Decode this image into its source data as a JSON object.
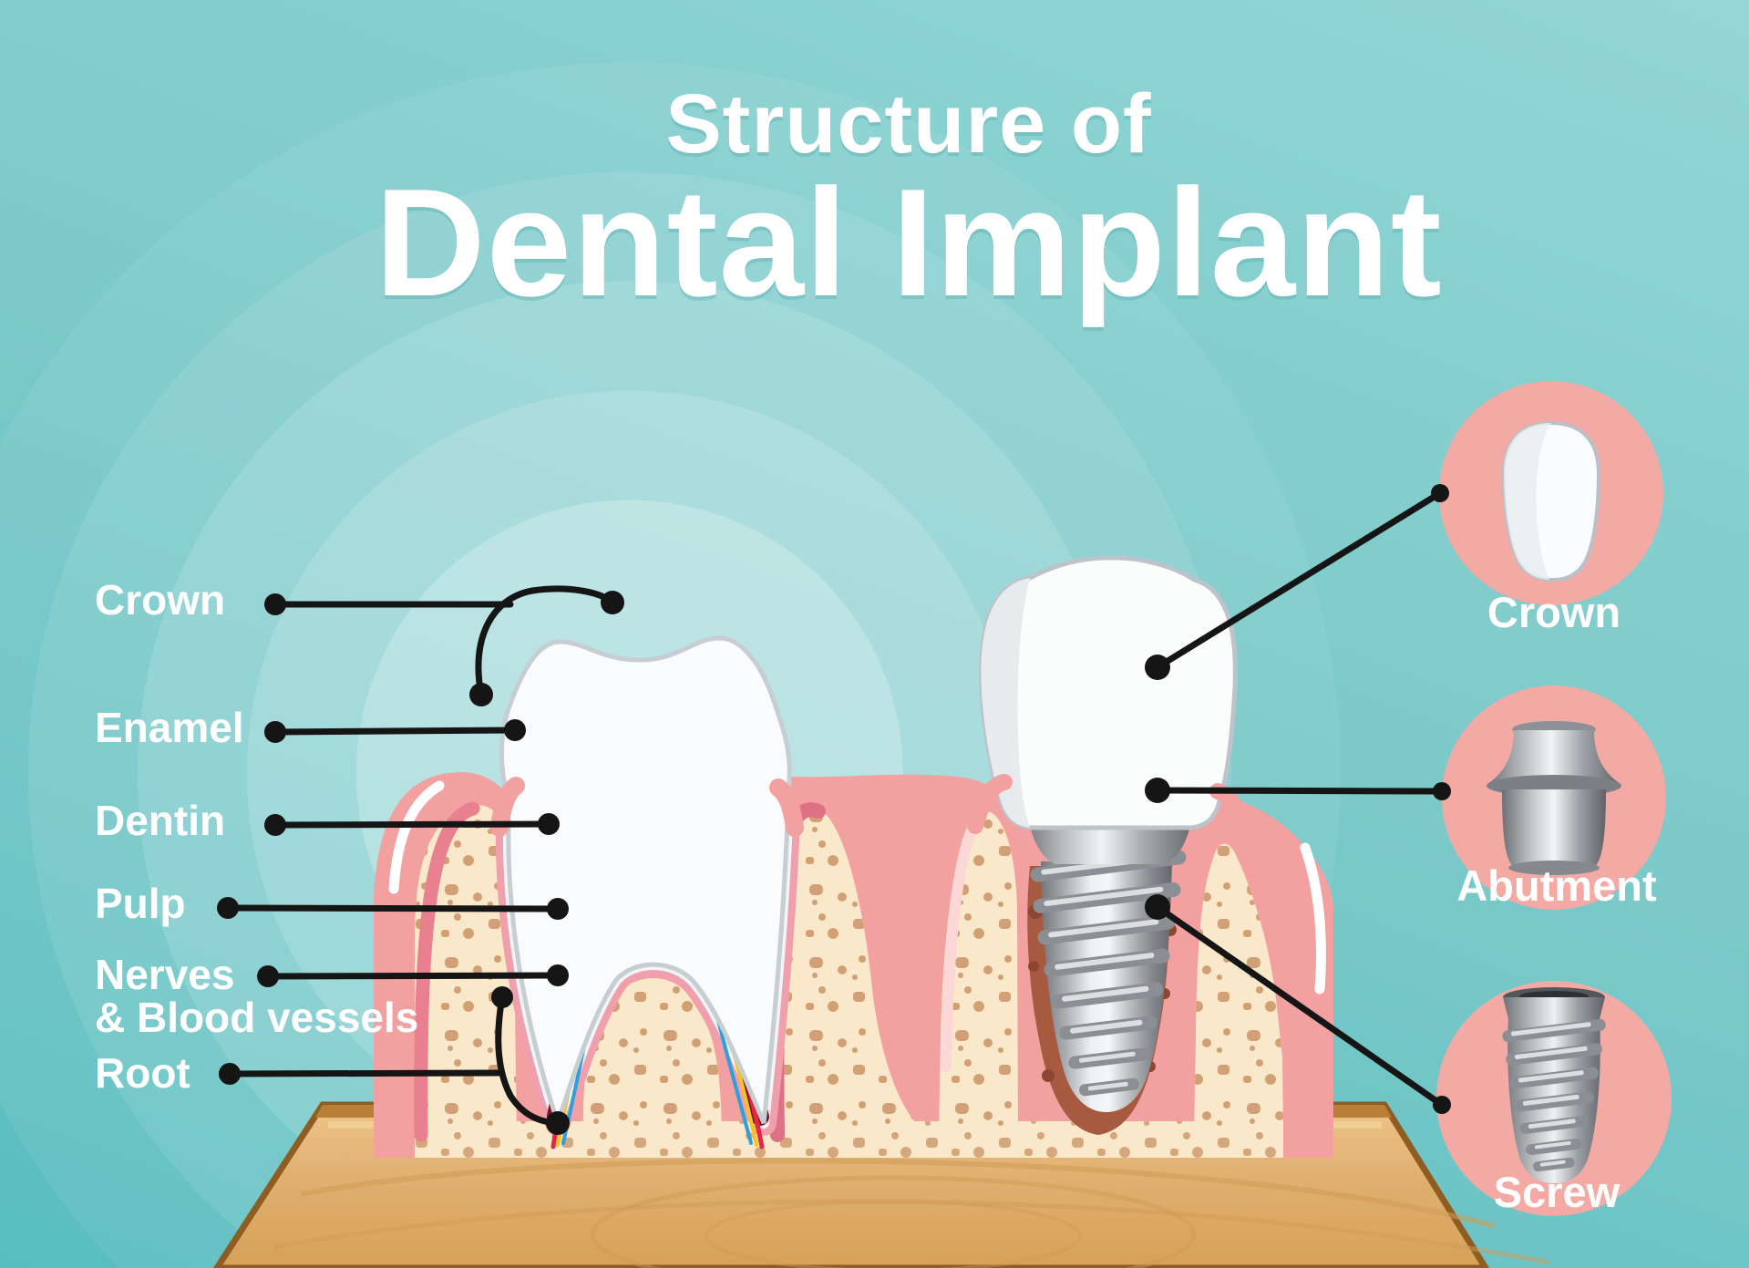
{
  "title": {
    "line1": "Structure of",
    "line2": "Dental Implant"
  },
  "labels": {
    "crown": "Crown",
    "enamel": "Enamel",
    "dentin": "Dentin",
    "pulp": "Pulp",
    "nerves_line1": "Nerves",
    "nerves_line2": "& Blood vessels",
    "root": "Root"
  },
  "parts": {
    "crown": "Crown",
    "abutment": "Abutment",
    "screw": "Screw"
  },
  "colors": {
    "background_teal": "#7ecaca",
    "background_dark_corner": "#59bdbf",
    "part_circle_pink": "#f3a9a4",
    "gum_pink": "#f2a0a0",
    "gum_dark_pink": "#e8808f",
    "bone_cream": "#f9e8c9",
    "bone_speckle": "#d1a074",
    "wood": "#dcab66",
    "enamel_white": "#fafbfc",
    "dentin_orange": "#f4be7c",
    "pulp_dark_red": "#7c1422",
    "vessel_red": "#e62744",
    "vessel_blue": "#2f9fd9",
    "vessel_yellow": "#f6c41d",
    "metal_gray": "#9fa3a7",
    "leader_line": "#151515",
    "label_text": "#ffffff"
  }
}
